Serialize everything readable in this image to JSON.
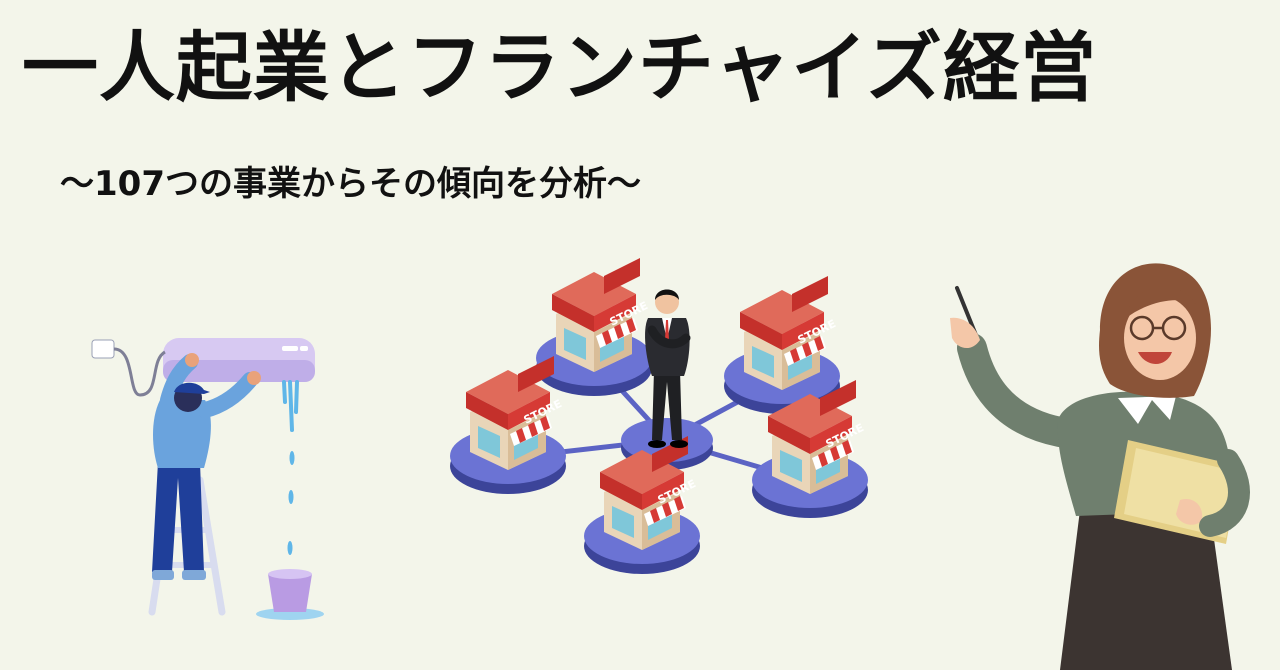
{
  "header": {
    "title": "一人起業とフランチャイズ経営",
    "subtitle": "～107つの事業からその傾向を分析～"
  },
  "network": {
    "store_sign": "STORE"
  },
  "colors": {
    "background": "#f3f5ea",
    "platform": "#5b63c4",
    "store_roof": "#d63a35",
    "teacher_sweater": "#6f7f6e"
  },
  "icons": [
    "air-conditioner-icon",
    "repairman-icon",
    "ladder-icon",
    "bucket-icon",
    "businessman-icon",
    "store-icon",
    "teacher-icon",
    "folder-icon",
    "pointer-stick-icon"
  ]
}
